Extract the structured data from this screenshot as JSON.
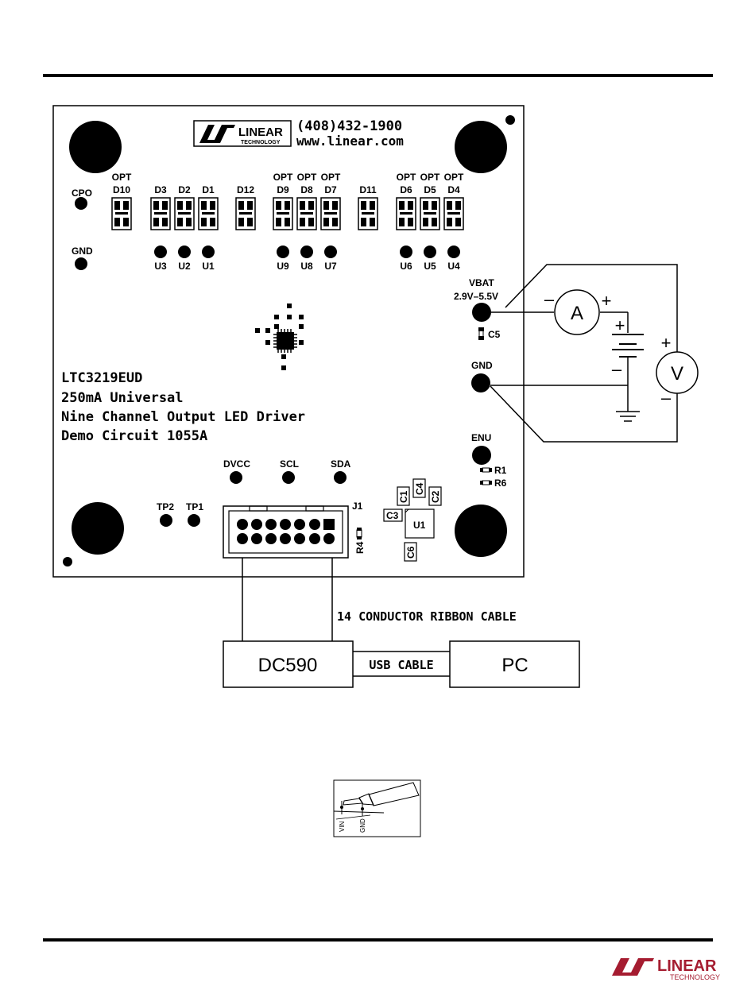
{
  "board": {
    "phone": "(408)432-1900",
    "url": "www.linear.com",
    "logo_word": "LINEAR",
    "logo_sub": "TECHNOLOGY",
    "title_lines": [
      "LTC3219EUD",
      "250mA Universal",
      "Nine Channel Output LED Driver",
      "Demo Circuit 1055A"
    ],
    "opt": "OPT",
    "leds": [
      {
        "label": "D10",
        "opt": true
      },
      {
        "label": "D3",
        "opt": false
      },
      {
        "label": "D2",
        "opt": false
      },
      {
        "label": "D1",
        "opt": false
      },
      {
        "label": "D12",
        "opt": false
      },
      {
        "label": "D9",
        "opt": true
      },
      {
        "label": "D8",
        "opt": true
      },
      {
        "label": "D7",
        "opt": true
      },
      {
        "label": "D11",
        "opt": false
      },
      {
        "label": "D6",
        "opt": true
      },
      {
        "label": "D5",
        "opt": true
      },
      {
        "label": "D4",
        "opt": true
      }
    ],
    "u_pads": [
      "U3",
      "U2",
      "U1",
      "U9",
      "U8",
      "U7",
      "U6",
      "U5",
      "U4"
    ],
    "cpo": "CPO",
    "gnd_left": "GND",
    "vbat": "VBAT",
    "vbat_range": "2.9V–5.5V",
    "c5": "C5",
    "gnd_right": "GND",
    "enu": "ENU",
    "r1": "R1",
    "r6": "R6",
    "dvcc": "DVCC",
    "scl": "SCL",
    "sda": "SDA",
    "tp2": "TP2",
    "tp1": "TP1",
    "j1": "J1",
    "r4": "R4",
    "c1": "C1",
    "c4": "C4",
    "c2": "C2",
    "c3": "C3",
    "u1": "U1",
    "c6": "C6"
  },
  "meters": {
    "ammeter": "A",
    "voltmeter": "V",
    "plus": "+",
    "minus": "–"
  },
  "cable": {
    "ribbon": "14 CONDUCTOR RIBBON CABLE",
    "usb": "USB CABLE"
  },
  "boxes": {
    "dc590": "DC590",
    "pc": "PC"
  },
  "probe": {
    "vin": "VIN",
    "gnd": "GND"
  },
  "footer": {
    "logo_word": "LINEAR",
    "logo_sub": "TECHNOLOGY"
  }
}
